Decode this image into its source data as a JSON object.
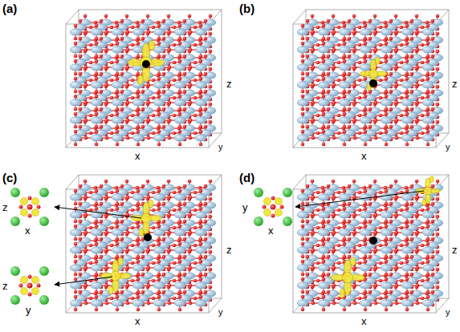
{
  "diagram": {
    "labels": [
      "(a)",
      "z",
      "x",
      "y",
      "(b)",
      "z",
      "x",
      "y",
      "(c)",
      "z",
      "x",
      "z",
      "y",
      "z",
      "x",
      "y",
      "(d)",
      "y",
      "x",
      "z",
      "x",
      "y"
    ]
  }
}
